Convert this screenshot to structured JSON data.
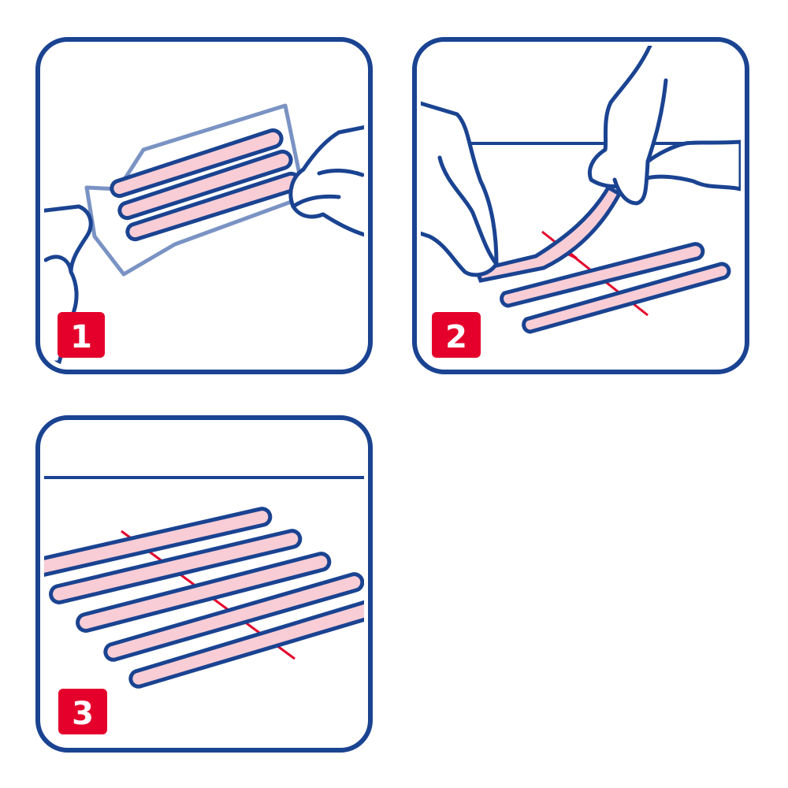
{
  "steps": [
    {
      "number": "1"
    },
    {
      "number": "2"
    },
    {
      "number": "3"
    }
  ],
  "colors": {
    "outline": "#1a4391",
    "strip_fill": "#f8cdd6",
    "badge": "#e4002b",
    "film": "#7a93c4",
    "wound_line": "#e4002b"
  }
}
